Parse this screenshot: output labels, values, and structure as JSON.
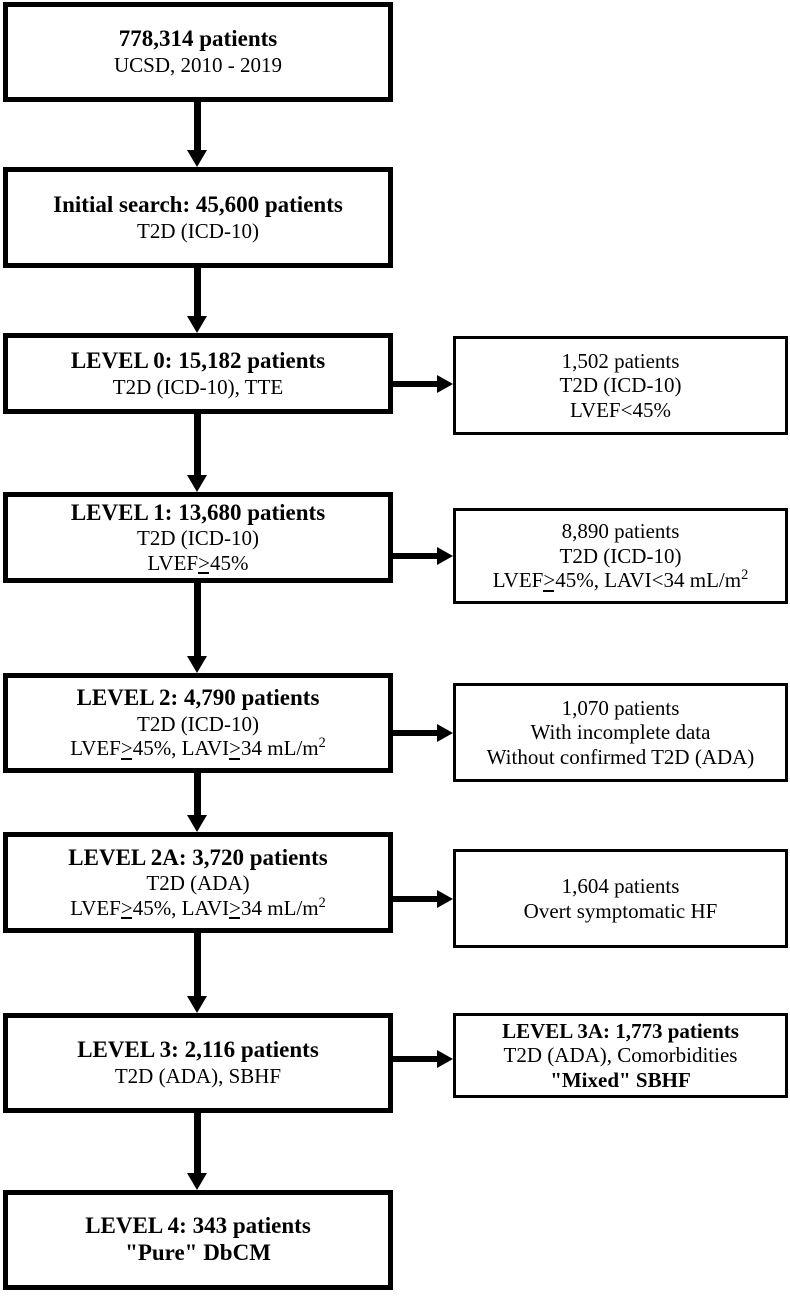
{
  "diagram": {
    "title": "Patient cohort selection flowchart",
    "type": "flowchart",
    "colors": {
      "background": "#ffffff",
      "stroke": "#000000",
      "text": "#000000"
    }
  },
  "nodes": {
    "source": {
      "line1": "778,314 patients",
      "line2": "UCSD, 2010 - 2019"
    },
    "initial_search": {
      "line1": "Initial search: 45,600 patients",
      "line2": "T2D (ICD-10)"
    },
    "level0": {
      "line1": "LEVEL 0: 15,182 patients",
      "line2": "T2D (ICD-10), TTE"
    },
    "level0_excluded": {
      "line1": "1,502 patients",
      "line2": "T2D (ICD-10)",
      "line3": "LVEF<45%"
    },
    "level1": {
      "line1": "LEVEL 1: 13,680 patients",
      "line2": "T2D (ICD-10)",
      "line3_pre": "LVEF",
      "line3_ge": ">",
      "line3_post": "45%"
    },
    "level1_excluded": {
      "line1": "8,890 patients",
      "line2": "T2D (ICD-10)",
      "line3_pre": "LVEF",
      "line3_ge": ">",
      "line3_mid": "45%, LAVI<34 mL/m",
      "line3_sup": "2"
    },
    "level2": {
      "line1": "LEVEL 2: 4,790 patients",
      "line2": "T2D (ICD-10)",
      "line3_pre": "LVEF",
      "line3_ge1": ">",
      "line3_mid": "45%, LAVI",
      "line3_ge2": ">",
      "line3_post": "34 mL/m",
      "line3_sup": "2"
    },
    "level2_excluded": {
      "line1": "1,070 patients",
      "line2": "With incomplete data",
      "line3": "Without confirmed T2D (ADA)"
    },
    "level2a": {
      "line1": "LEVEL 2A: 3,720 patients",
      "line2": "T2D (ADA)",
      "line3_pre": "LVEF",
      "line3_ge1": ">",
      "line3_mid": "45%, LAVI",
      "line3_ge2": ">",
      "line3_post": "34 mL/m",
      "line3_sup": "2"
    },
    "level2a_excluded": {
      "line1": "1,604 patients",
      "line2": "Overt symptomatic HF"
    },
    "level3": {
      "line1": "LEVEL 3: 2,116 patients",
      "line2": "T2D (ADA), SBHF"
    },
    "level3a": {
      "line1": "LEVEL 3A: 1,773 patients",
      "line2": "T2D (ADA), Comorbidities",
      "line3": "\"Mixed\" SBHF"
    },
    "level4": {
      "line1": "LEVEL 4: 343 patients",
      "line2": "\"Pure\" DbCM"
    }
  }
}
